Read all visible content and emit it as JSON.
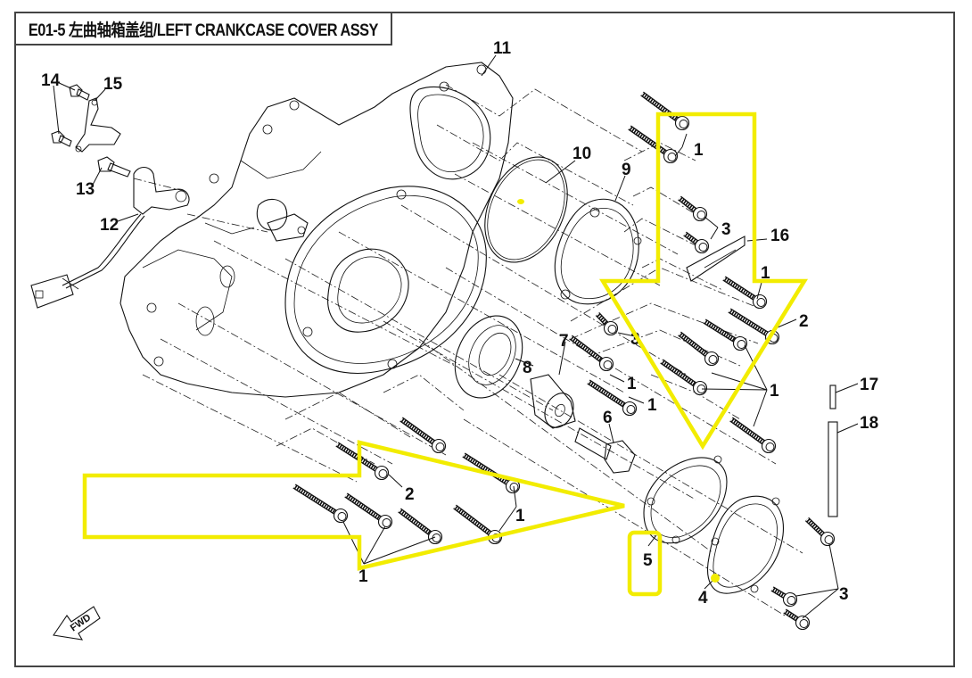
{
  "header": {
    "title": "E01-5 左曲轴箱盖组/LEFT CRANKCASE COVER ASSY"
  },
  "orientation": {
    "icon": "fwd-arrow-icon",
    "label": "FWD"
  },
  "highlight_color": "#f2ec00",
  "callouts": [
    {
      "id": "c14",
      "text": "14"
    },
    {
      "id": "c15",
      "text": "15"
    },
    {
      "id": "c13",
      "text": "13"
    },
    {
      "id": "c12",
      "text": "12"
    },
    {
      "id": "c11",
      "text": "11"
    },
    {
      "id": "c10",
      "text": "10"
    },
    {
      "id": "c9",
      "text": "9"
    },
    {
      "id": "c1a",
      "text": "1"
    },
    {
      "id": "c3a",
      "text": "3"
    },
    {
      "id": "c16",
      "text": "16"
    },
    {
      "id": "c1b",
      "text": "1"
    },
    {
      "id": "c2a",
      "text": "2"
    },
    {
      "id": "c3b",
      "text": "3"
    },
    {
      "id": "c7",
      "text": "7"
    },
    {
      "id": "c8",
      "text": "8"
    },
    {
      "id": "c1c",
      "text": "1"
    },
    {
      "id": "c1d",
      "text": "1"
    },
    {
      "id": "c1e",
      "text": "1"
    },
    {
      "id": "c6",
      "text": "6"
    },
    {
      "id": "c17",
      "text": "17"
    },
    {
      "id": "c18",
      "text": "18"
    },
    {
      "id": "c2b",
      "text": "2"
    },
    {
      "id": "c1f",
      "text": "1"
    },
    {
      "id": "c1g",
      "text": "1"
    },
    {
      "id": "c5",
      "text": "5"
    },
    {
      "id": "c4",
      "text": "4"
    },
    {
      "id": "c3c",
      "text": "3"
    }
  ],
  "parts": [
    {
      "ref": "1",
      "name": "flange-bolt"
    },
    {
      "ref": "2",
      "name": "flange-bolt-long"
    },
    {
      "ref": "3",
      "name": "flange-bolt-short"
    },
    {
      "ref": "4",
      "name": "cover"
    },
    {
      "ref": "5",
      "name": "gasket"
    },
    {
      "ref": "6",
      "name": "flange-bolt-large"
    },
    {
      "ref": "7",
      "name": "bushing"
    },
    {
      "ref": "8",
      "name": "oil-seal"
    },
    {
      "ref": "9",
      "name": "cover-plate"
    },
    {
      "ref": "10",
      "name": "o-ring"
    },
    {
      "ref": "11",
      "name": "left-crankcase-cover"
    },
    {
      "ref": "12",
      "name": "sensor"
    },
    {
      "ref": "13",
      "name": "bolt"
    },
    {
      "ref": "14",
      "name": "bolt"
    },
    {
      "ref": "15",
      "name": "bracket"
    },
    {
      "ref": "16",
      "name": "plate"
    },
    {
      "ref": "17",
      "name": "dowel-pin"
    },
    {
      "ref": "18",
      "name": "pin"
    }
  ]
}
